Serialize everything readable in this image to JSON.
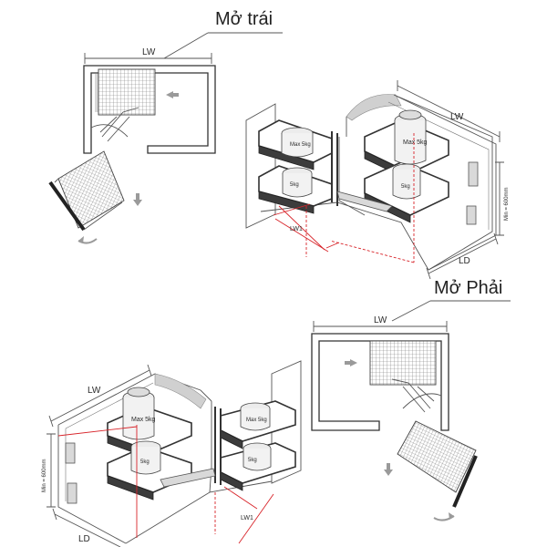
{
  "left_open": {
    "title": "Mở trái",
    "plan": {
      "width_label": "LW"
    },
    "iso": {
      "width_label": "LW",
      "depth_label": "LD",
      "height_label": "Min = 600mm",
      "offset_label": "LW1",
      "basket_labels": [
        "Max 5kg",
        "Max 5kg",
        "5kg",
        "5kg"
      ]
    }
  },
  "right_open": {
    "title": "Mở Phải",
    "plan": {
      "width_label": "LW"
    },
    "iso": {
      "width_label": "LW",
      "depth_label": "LD",
      "height_label": "Min = 600mm",
      "offset_label": "LW1",
      "basket_labels": [
        "Max 5kg",
        "Max 5kg",
        "5kg",
        "5kg"
      ]
    }
  },
  "icons": [
    "arrow-left-icon",
    "arrow-right-icon",
    "arrow-down-icon",
    "curved-arrow-icon"
  ]
}
